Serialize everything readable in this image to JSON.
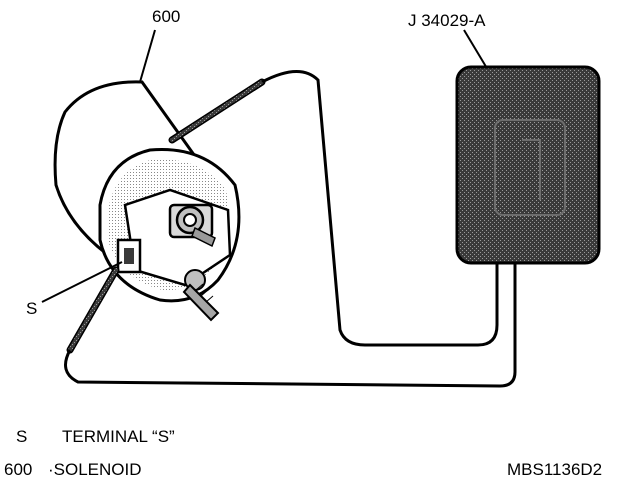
{
  "callouts": {
    "solenoid_number": "600",
    "tool_number": "J 34029-A",
    "terminal_letter": "S"
  },
  "legend": [
    {
      "key": "S",
      "text": "TERMINAL “S”"
    },
    {
      "key": "600",
      "text": "·SOLENOID"
    }
  ],
  "figure_id": "MBS1136D2"
}
